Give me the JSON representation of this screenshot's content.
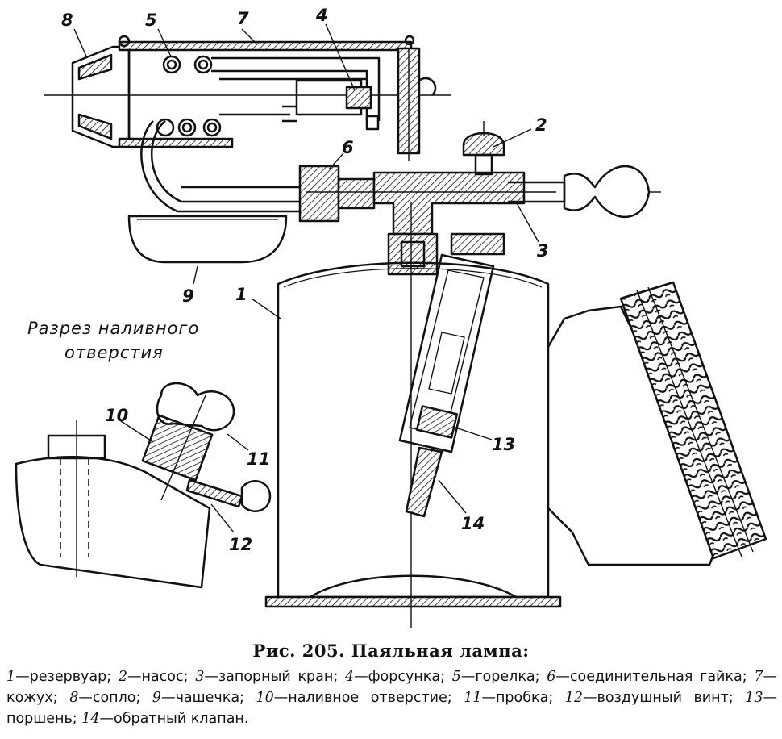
{
  "figure": {
    "section_label": [
      "Разрез наливного",
      "отверстия"
    ],
    "part_numbers": [
      "1",
      "2",
      "3",
      "4",
      "5",
      "6",
      "7",
      "8",
      "9",
      "10",
      "11",
      "12",
      "13",
      "14"
    ]
  },
  "caption": {
    "title": "Рис. 205. Паяльная лампа:",
    "legend": [
      {
        "num": "1",
        "text": "—резервуар; "
      },
      {
        "num": "2",
        "text": "—насос; "
      },
      {
        "num": "3",
        "text": "—запорный кран; "
      },
      {
        "num": "4",
        "text": "—форсунка; "
      },
      {
        "num": "5",
        "text": "—горелка; "
      },
      {
        "num": "6",
        "text": "—соединительная гайка; "
      },
      {
        "num": "7",
        "text": "—кожух; "
      },
      {
        "num": "8",
        "text": "—сопло; "
      },
      {
        "num": "9",
        "text": "—чашечка; "
      },
      {
        "num": "10",
        "text": "—наливное отверстие; "
      },
      {
        "num": "11",
        "text": "—пробка; "
      },
      {
        "num": "12",
        "text": "—воздушный винт; "
      },
      {
        "num": "13",
        "text": "—поршень; "
      },
      {
        "num": "14",
        "text": "—обратный клапан."
      }
    ]
  }
}
